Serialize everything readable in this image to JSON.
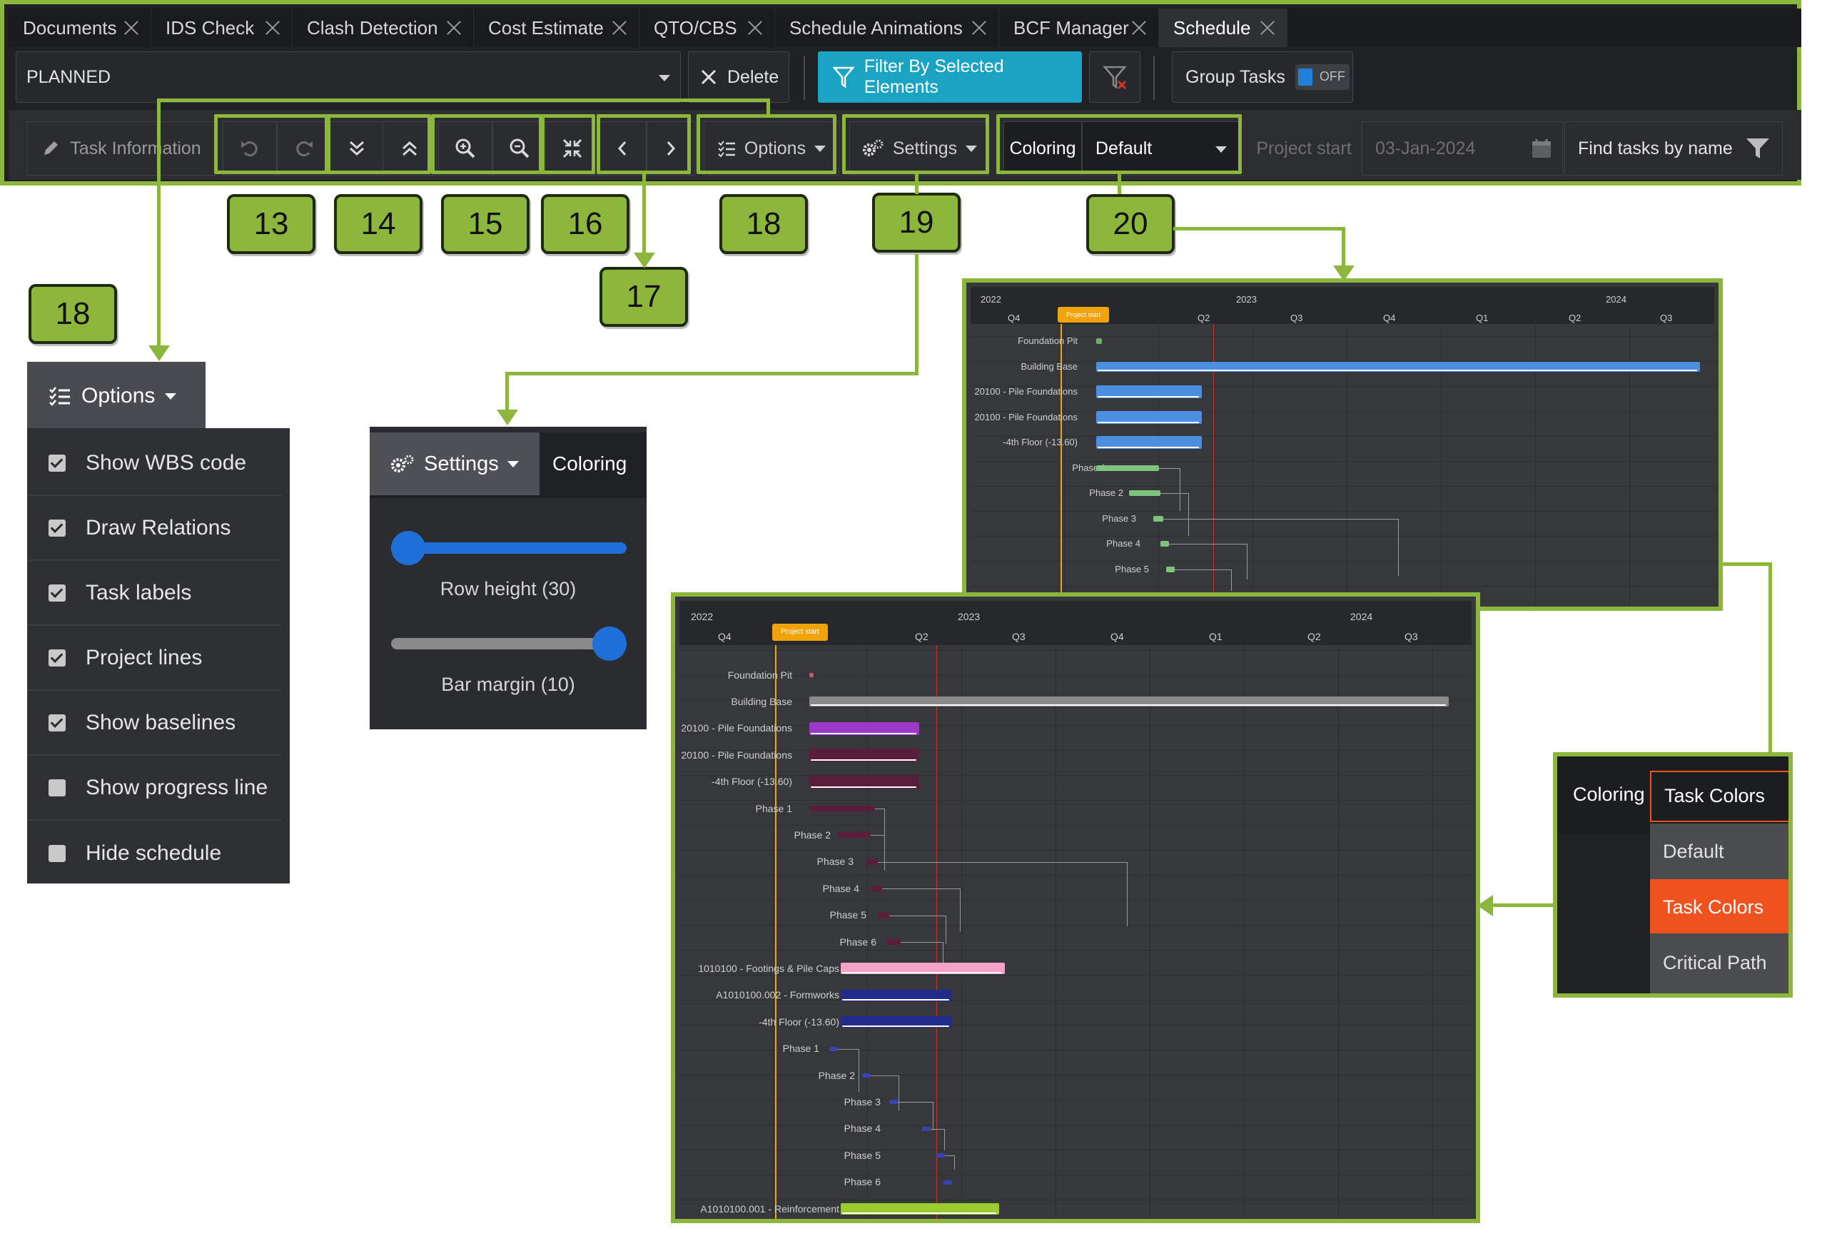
{
  "tabs": [
    {
      "label": "Documents"
    },
    {
      "label": "IDS Check"
    },
    {
      "label": "Clash Detection"
    },
    {
      "label": "Cost Estimate"
    },
    {
      "label": "QTO/CBS"
    },
    {
      "label": "Schedule Animations"
    },
    {
      "label": "BCF Manager"
    },
    {
      "label": "Schedule"
    }
  ],
  "toolbar1": {
    "schedule_select": "PLANNED",
    "delete": "Delete",
    "filter": "Filter By Selected Elements",
    "group_tasks": "Group Tasks",
    "toggle": "OFF"
  },
  "toolbar2": {
    "task_information": "Task Information",
    "options": "Options",
    "settings": "Settings",
    "coloring": "Coloring",
    "coloring_value": "Default",
    "project_start_label": "Project start",
    "project_start_value": "03-Jan-2024",
    "find_tasks": "Find tasks by name"
  },
  "callouts": {
    "c13": "13",
    "c14": "14",
    "c15": "15",
    "c16": "16",
    "c17": "17",
    "c18": "18",
    "c18b": "18",
    "c19": "19",
    "c20": "20"
  },
  "options_menu": {
    "button": "Options",
    "items": [
      {
        "label": "Show WBS code",
        "checked": true
      },
      {
        "label": "Draw Relations",
        "checked": true
      },
      {
        "label": "Task labels",
        "checked": true
      },
      {
        "label": "Project lines",
        "checked": true
      },
      {
        "label": "Show baselines",
        "checked": true
      },
      {
        "label": "Show progress line",
        "checked": false
      },
      {
        "label": "Hide schedule",
        "checked": false
      }
    ]
  },
  "settings_popup": {
    "button": "Settings",
    "coloring": "Coloring",
    "row_height": "Row height (30)",
    "bar_margin": "Bar margin (10)",
    "row_height_level": 0.0,
    "bar_margin_level": 1.0
  },
  "gantt1": {
    "years": [
      "2022",
      "2023",
      "2024"
    ],
    "quarters": [
      "Q4",
      "Q2",
      "Q3",
      "Q4",
      "Q1",
      "Q2",
      "Q3"
    ],
    "project_start": "Project start",
    "tasks": [
      "Foundation Pit",
      "Building Base",
      "20100 - Pile Foundations",
      "20100 - Pile Foundations",
      "-4th Floor (-13.60)",
      "Phase 1",
      "Phase 2",
      "Phase 3",
      "Phase 4",
      "Phase 5"
    ]
  },
  "gantt2": {
    "years": [
      "2022",
      "2023",
      "2024"
    ],
    "quarters": [
      "Q4",
      "Q2",
      "Q3",
      "Q4",
      "Q1",
      "Q2",
      "Q3"
    ],
    "project_start": "Project start",
    "tasks": [
      "Foundation Pit",
      "Building Base",
      "20100 - Pile Foundations",
      "20100 - Pile Foundations",
      "-4th Floor (-13.60)",
      "Phase 1",
      "Phase 2",
      "Phase 3",
      "Phase 4",
      "Phase 5",
      "Phase 6",
      "1010100 - Footings & Pile Caps",
      "A1010100.002 - Formworks",
      "-4th Floor (-13.60)",
      "Phase 1",
      "Phase 2",
      "Phase 3",
      "Phase 4",
      "Phase 5",
      "Phase 6",
      "A1010100.001 - Reinforcement"
    ]
  },
  "coloring_dropdown": {
    "label": "Coloring",
    "selected": "Task Colors",
    "options": [
      "Default",
      "Task Colors",
      "Critical Path"
    ]
  },
  "colors": {
    "accent_green": "#8db63c",
    "filter_blue": "#1aa3c2",
    "bar_blue": "#4a8fe0",
    "selected_orange": "#f0521f"
  }
}
